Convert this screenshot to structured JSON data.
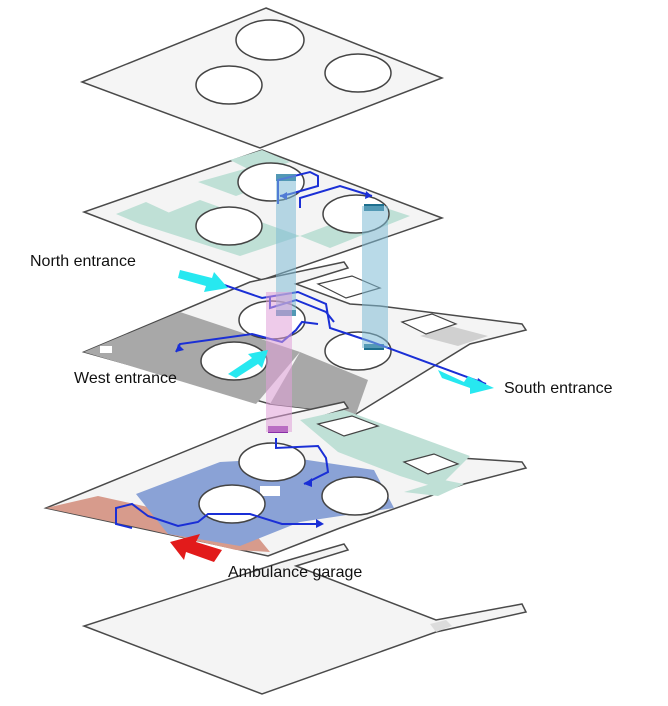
{
  "labels": {
    "north": "North entrance",
    "west": "West entrance",
    "south": "South entrance",
    "ambulance": "Ambulance garage"
  },
  "colors": {
    "floor": "#f4f4f4",
    "edge": "#4a4a4a",
    "green_zone": "#bfe0d6",
    "grey_zone": "#a8a8a8",
    "blue_zone": "#8aa2d6",
    "red_zone": "#d79b8c",
    "route": "#1a2fd6",
    "shaft_blue": "#7fbcd6",
    "shaft_pink": "#e0a0d8",
    "entrance_arrow": "#27e8f0",
    "ambulance_arrow": "#e21b1b"
  }
}
